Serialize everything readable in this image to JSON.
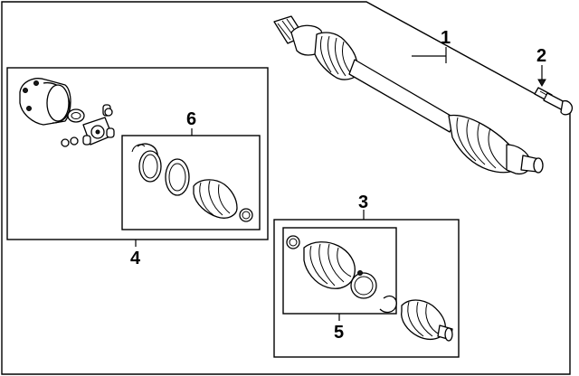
{
  "diagram": {
    "callouts": {
      "c1": "1",
      "c2": "2",
      "c3": "3",
      "c4": "4",
      "c5": "5",
      "c6": "6"
    },
    "colors": {
      "ink": "#000000",
      "paper": "#ffffff"
    }
  }
}
